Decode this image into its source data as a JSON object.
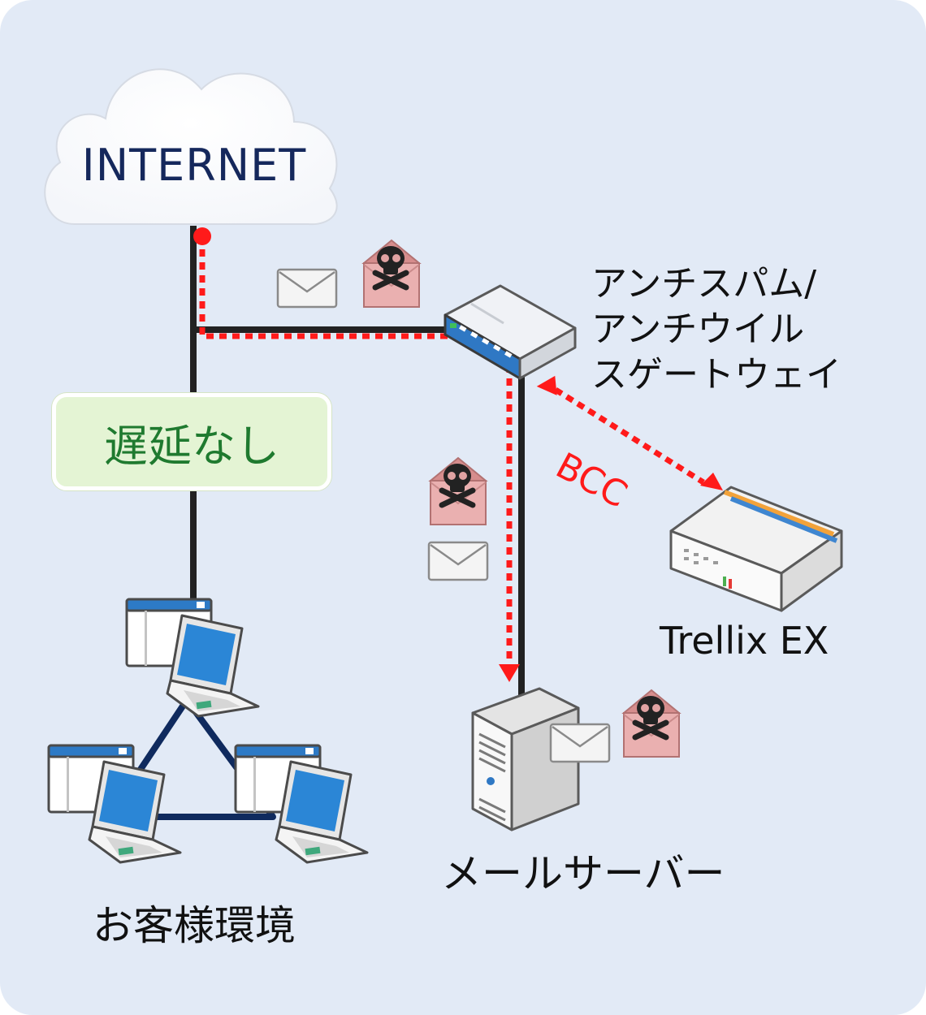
{
  "nodes": {
    "internet": {
      "label": "INTERNET"
    },
    "gateway": {
      "label_lines": [
        "アンチスパム/",
        "アンチウイル",
        "スゲートウェイ"
      ]
    },
    "trellix": {
      "label": "Trellix EX"
    },
    "mail_server": {
      "label": "メールサーバー"
    },
    "customer": {
      "label": "お客様環境"
    }
  },
  "badges": {
    "no_delay": "遅延なし"
  },
  "edges": {
    "bcc_label": "BCC"
  },
  "colors": {
    "background": "#e2eaf6",
    "flow_path": "#ff1a1a",
    "wire": "#222222",
    "lan_link": "#0f2a5e",
    "badge_text": "#1f7a2f",
    "internet_text": "#15285c",
    "malicious_mail": "#e9a9a9"
  },
  "icons": [
    "cloud-icon",
    "network-switch-icon",
    "appliance-icon",
    "tower-server-icon",
    "laptop-icon",
    "envelope-icon",
    "skull-envelope-icon"
  ]
}
